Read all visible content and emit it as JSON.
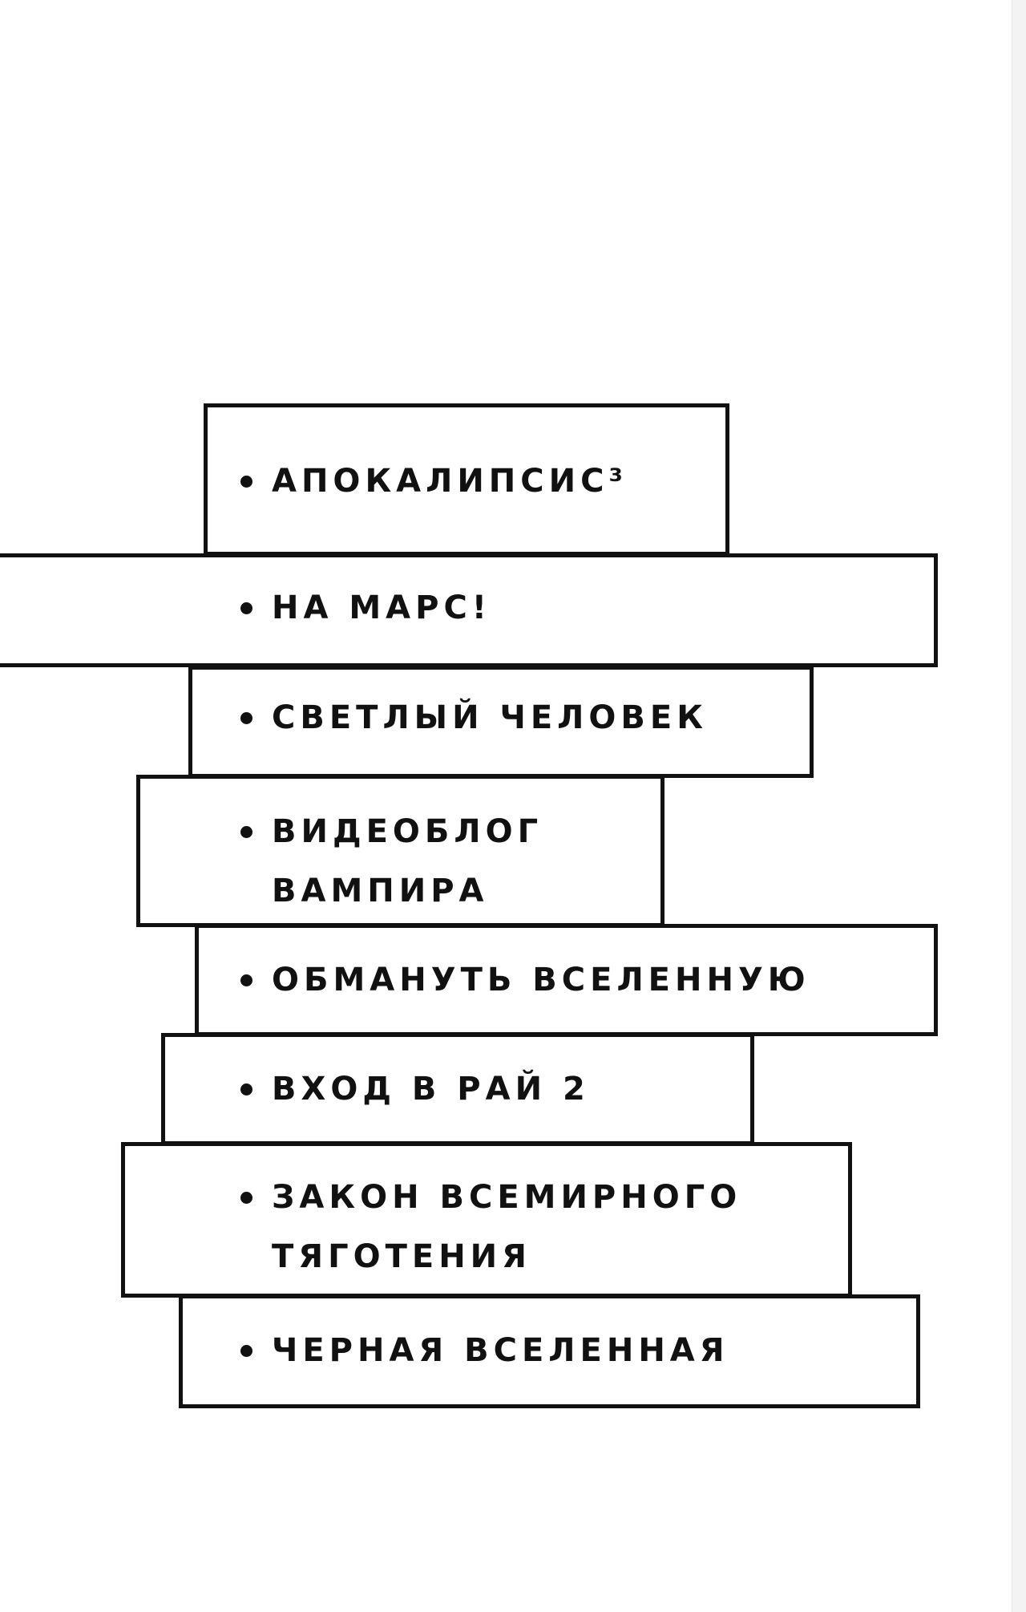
{
  "list": {
    "items": [
      {
        "label": "АПОКАЛИПСИС³"
      },
      {
        "label": "НА МАРС!"
      },
      {
        "label": "СВЕТЛЫЙ ЧЕЛОВЕК"
      },
      {
        "label": "ВИДЕОБЛОГ ВАМПИРА"
      },
      {
        "label": "ОБМАНУТЬ ВСЕЛЕННУЮ"
      },
      {
        "label": "ВХОД В РАЙ 2"
      },
      {
        "label": "ЗАКОН ВСЕМИРНОГО ТЯГОТЕНИЯ"
      },
      {
        "label": "ЧЕРНАЯ ВСЕЛЕННАЯ"
      }
    ]
  },
  "colors": {
    "background": "#ffffff",
    "border": "#111111",
    "text": "#111111"
  }
}
